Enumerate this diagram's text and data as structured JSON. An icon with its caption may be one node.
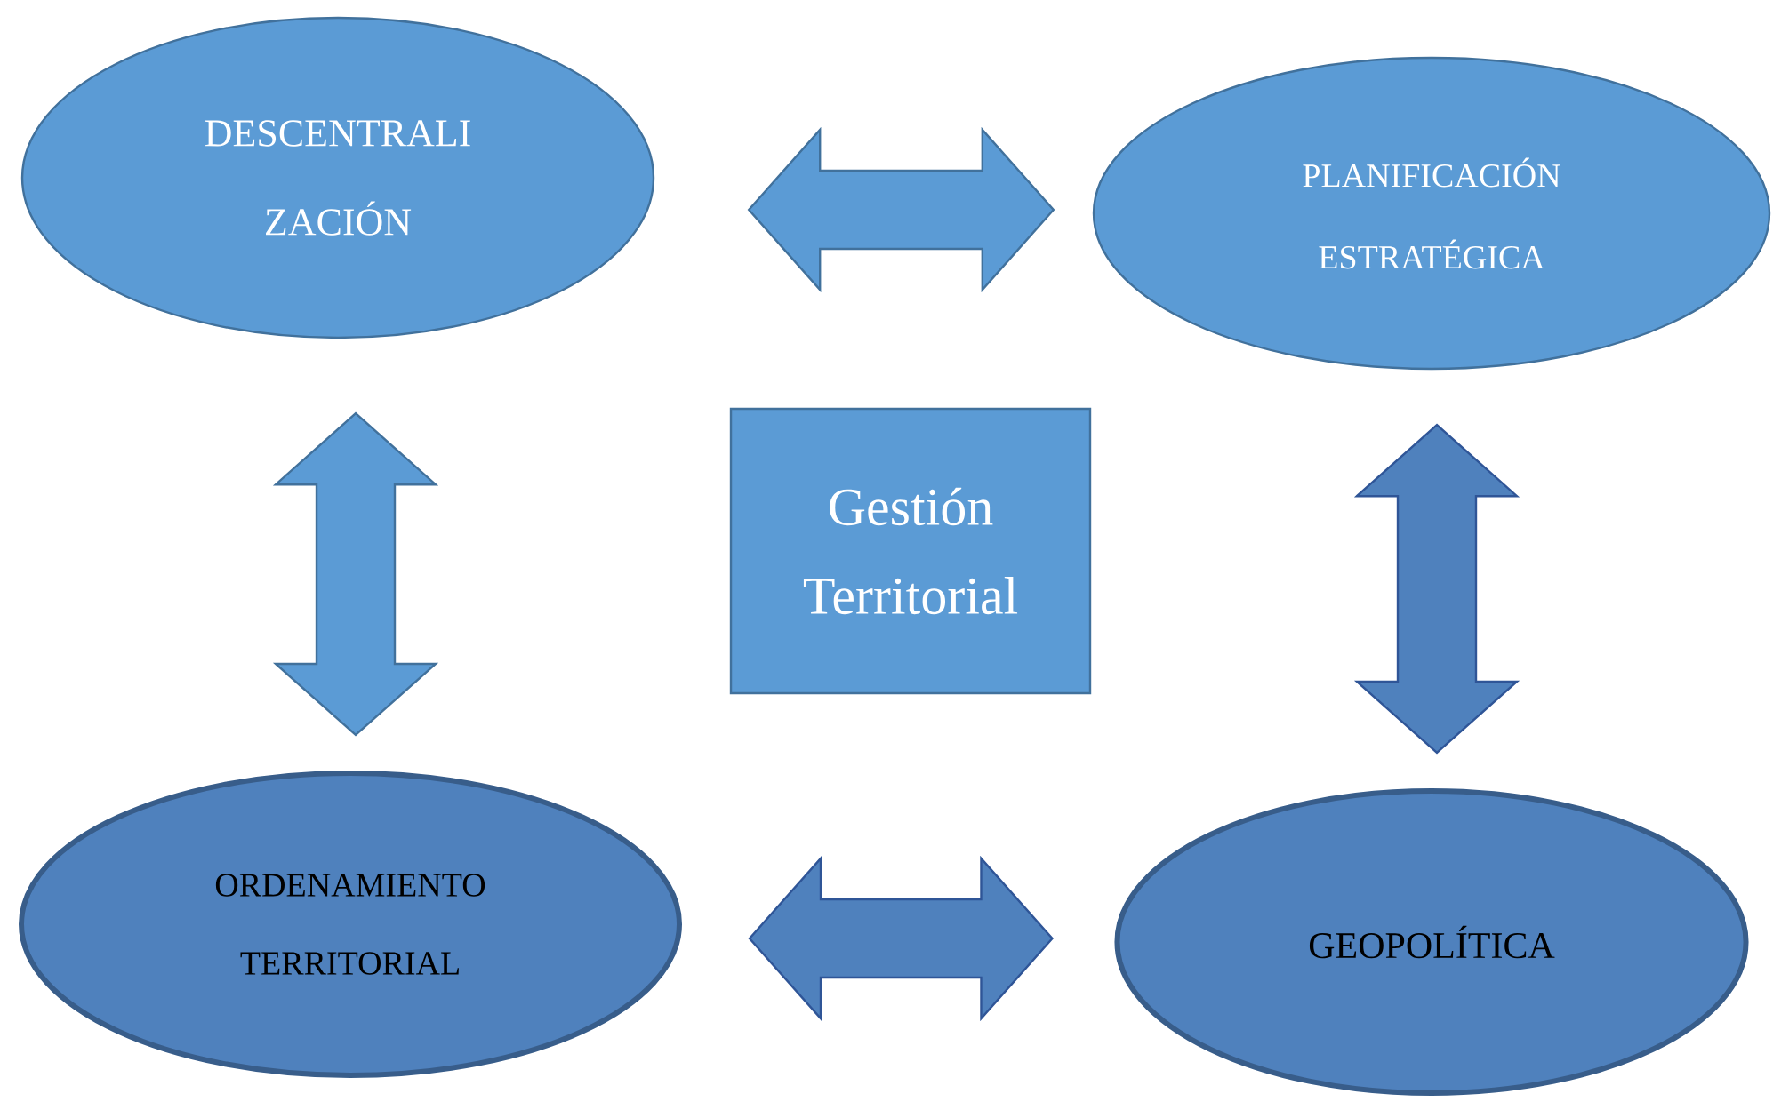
{
  "diagram": {
    "nodes": [
      {
        "text": [
          "DESCENTRALI ZACIÓN"
        ]
      },
      {
        "text": [
          "PLANIFICACIÓN ESTRATÉGICA"
        ]
      },
      {
        "text": [
          "Gestión Territorial"
        ]
      },
      {
        "text": [
          "ORDENAMIENTO TERRITORIAL"
        ]
      },
      {
        "text": [
          "GEOPOLÍTICA"
        ]
      }
    ],
    "edges": [
      {
        "from": 0,
        "to": 1,
        "arrow": "both"
      },
      {
        "from": 0,
        "to": 3,
        "arrow": "both"
      },
      {
        "from": 1,
        "to": 4,
        "arrow": "both",
        "color": "#4f81bd"
      },
      {
        "from": 3,
        "to": 4,
        "arrow": "both",
        "color": "#4f81bd"
      }
    ]
  }
}
